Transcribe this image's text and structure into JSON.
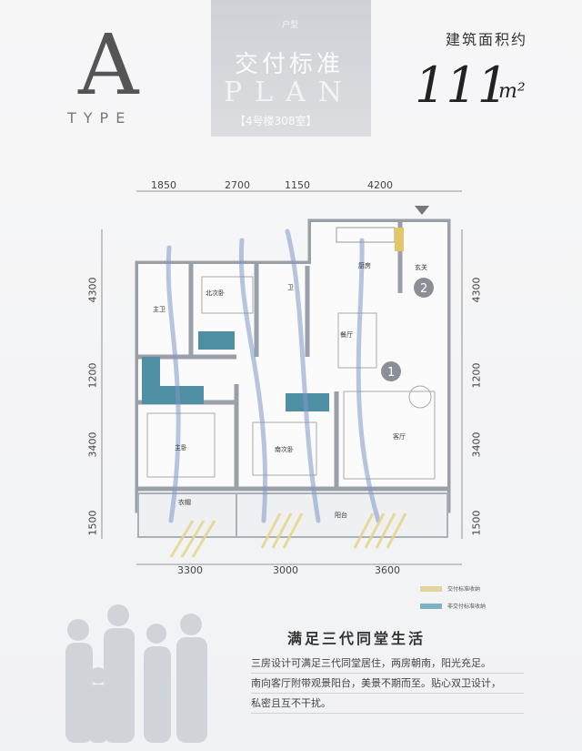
{
  "header": {
    "type_letter": "A",
    "type_word": "TYPE",
    "plan_subtitle": "户型",
    "plan_title": "交付标准",
    "plan_word": "PLAN",
    "plan_unit": "【4号楼308室】"
  },
  "area": {
    "label": "建筑面积约",
    "value": "111",
    "unit": "m²"
  },
  "dimensions": {
    "top": [
      "1850",
      "2700",
      "1150",
      "4200"
    ],
    "bottom": [
      "3300",
      "3000",
      "3600"
    ],
    "left": [
      "4300",
      "1200",
      "3400",
      "1500"
    ],
    "right": [
      "4300",
      "1200",
      "3400",
      "1500"
    ]
  },
  "rooms": {
    "kitchen": "厨房",
    "entry": "玄关",
    "north_bedroom": "北次卧",
    "bath_1": "主卫",
    "bath_2": "卫",
    "dining": "餐厅",
    "master_bedroom": "主卧",
    "second_bedroom": "南次卧",
    "living": "客厅",
    "balcony": "阳台",
    "storage": "衣帽"
  },
  "markers": [
    "1",
    "2"
  ],
  "legend": [
    {
      "label": "交付标准收纳",
      "color": "#e2d49a"
    },
    {
      "label": "非交付标准收纳",
      "color": "#7fb1c6"
    }
  ],
  "headline": "满足三代同堂生活",
  "description": [
    "三房设计可满足三代同堂居住，两房朝南，阳光充足。",
    "南向客厅附带观景阳台，美景不期而至。贴心双卫设计，",
    "私密且互不干扰。"
  ],
  "colors": {
    "storage_blue": "#4f8fa3",
    "airflow": "#7f98c8",
    "sun": "#e6d68a"
  }
}
